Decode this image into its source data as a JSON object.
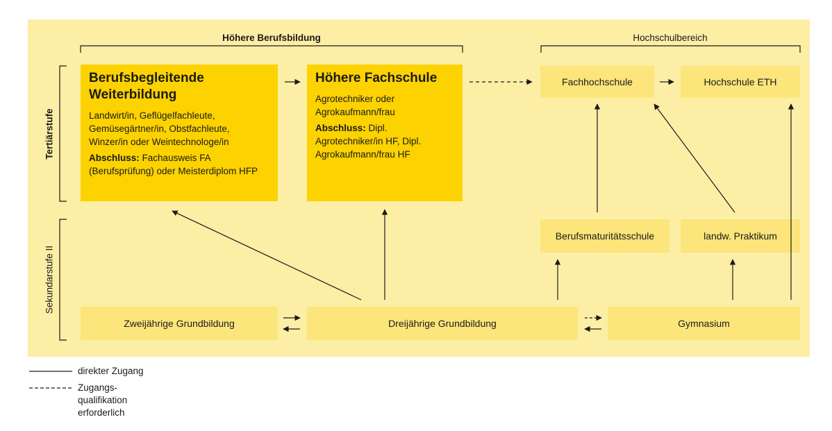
{
  "headers": {
    "hoehere_berufsbildung": "Höhere Berufsbildung",
    "hochschulbereich": "Hochschulbereich"
  },
  "levels": {
    "tertiaerstufe": "Tertiärstufe",
    "sekundarstufe_ii": "Sekundarstufe II"
  },
  "boxes": {
    "berufsbegleitende": {
      "title": "Berufsbegleitende Weiterbildung",
      "text": "Landwirt/in, Geflügelfachleute, Gemüsegärtner/in, Obstfachleute, Winzer/in oder Weintechnologe/in",
      "abschluss_label": "Abschluss:",
      "abschluss_text": "Fachausweis FA (Berufsprüfung) oder Meisterdiplom HFP"
    },
    "hoehere_fachschule": {
      "title": "Höhere Fachschule",
      "text": "Agrotechniker oder Agrokaufmann/frau",
      "abschluss_label": "Abschluss:",
      "abschluss_text": "Dipl. Agrotechniker/in HF, Dipl. Agrokaufmann/frau HF"
    },
    "fachhochschule": "Fachhochschule",
    "hochschule_eth": "Hochschule ETH",
    "berufsmaturitaetsschule": "Berufsmaturitätsschule",
    "landw_praktikum": "landw. Praktikum",
    "zweijaehrige": "Zweijährige Grundbildung",
    "dreijaehrige": "Dreijährige Grundbildung",
    "gymnasium": "Gymnasium"
  },
  "legend": {
    "direkter_zugang": "direkter Zugang",
    "zugangsqualifikation_1": "Zugangs-",
    "zugangsqualifikation_2": "qualifikation",
    "zugangsqualifikation_3": "erforderlich"
  },
  "colors": {
    "panel_background": "#fdeea6",
    "box_light": "#fce57a",
    "box_dark": "#fcd200",
    "lines": "#1a1a1a"
  }
}
